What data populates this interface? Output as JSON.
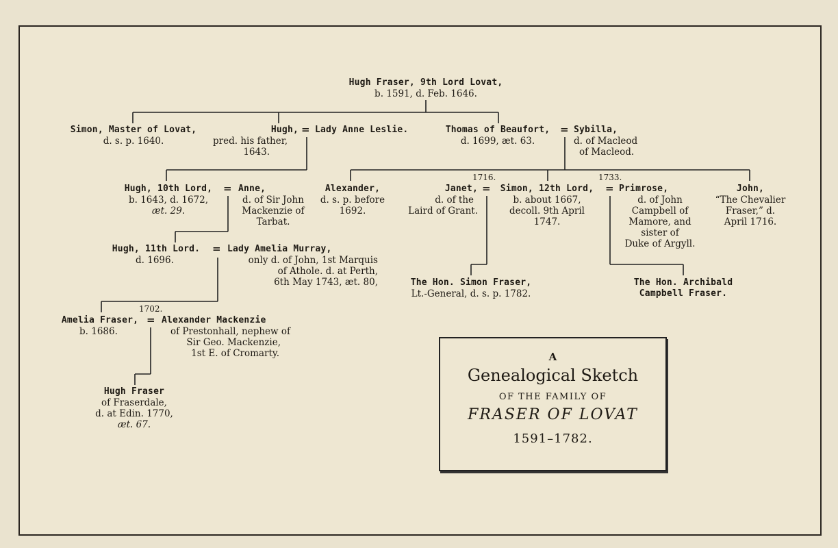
{
  "people": {
    "hugh9": {
      "name": "Hugh Fraser, 9th Lord Lovat,",
      "lines": [
        "b. 1591, d. Feb. 1646."
      ]
    },
    "simon_master": {
      "name": "Simon, Master of Lovat,",
      "lines": [
        "d. s. p. 1640."
      ]
    },
    "hugh_pred": {
      "name": "Hugh,",
      "lines": [
        "pred. his father,",
        "1643."
      ]
    },
    "anne_leslie": {
      "name": "Lady Anne Leslie.",
      "lines": []
    },
    "thomas": {
      "name": "Thomas of Beaufort,",
      "lines": [
        "d. 1699, æt. 63."
      ]
    },
    "sybilla": {
      "name": "Sybilla,",
      "lines": [
        "d. of Macleod",
        "of Macleod."
      ]
    },
    "hugh10": {
      "name": "Hugh, 10th Lord,",
      "lines": [
        "b. 1643, d. 1672,",
        "æt. 29."
      ]
    },
    "anne": {
      "name": "Anne,",
      "lines": [
        "d. of Sir John",
        "Mackenzie of",
        "Tarbat."
      ]
    },
    "alexander": {
      "name": "Alexander,",
      "lines": [
        "d. s. p. before",
        "1692."
      ]
    },
    "janet": {
      "name": "Janet,",
      "lines": [
        "d. of the",
        "Laird of Grant."
      ]
    },
    "simon12": {
      "name": "Simon, 12th Lord,",
      "lines": [
        "b. about 1667,",
        "decoll. 9th April",
        "1747."
      ]
    },
    "primrose": {
      "name": "Primrose,",
      "lines": [
        "d. of John",
        "Campbell of",
        "Mamore, and",
        "sister of",
        "Duke of Argyll."
      ]
    },
    "john": {
      "name": "John,",
      "lines": [
        "“The Chevalier",
        "Fraser,” d.",
        "April 1716."
      ]
    },
    "hugh11": {
      "name": "Hugh, 11th Lord.",
      "lines": [
        "d. 1696."
      ]
    },
    "amelia_murray": {
      "name": "Lady Amelia Murray,",
      "lines": [
        "only d. of John, 1st Marquis",
        "of Athole.   d. at Perth,",
        "6th May 1743, æt. 80,"
      ]
    },
    "simon_hon": {
      "name": "The Hon. Simon Fraser,",
      "lines": [
        "Lt.-General, d. s. p. 1782."
      ]
    },
    "archibald": {
      "name": "The Hon. Archibald",
      "lines": [
        "Campbell Fraser."
      ]
    },
    "amelia_fraser": {
      "name": "Amelia Fraser,",
      "lines": [
        "b. 1686."
      ]
    },
    "alex_mack": {
      "name": "Alexander Mackenzie",
      "lines": [
        "of Prestonhall, nephew of",
        "Sir Geo. Mackenzie,",
        "1st E. of Cromarty."
      ]
    },
    "hugh_fraserdale": {
      "name": "Hugh Fraser",
      "lines": [
        "of Fraserdale,",
        "d. at Edin. 1770,",
        "æt. 67."
      ]
    }
  },
  "marriage_years": {
    "janet_simon": "1716.",
    "simon_primrose": "1733.",
    "amelia_alex": "1702."
  },
  "title": {
    "a": "A",
    "heading": "Genealogical Sketch",
    "family_of": "OF THE FAMILY OF",
    "family": "FRASER OF LOVAT",
    "dates": "1591–1782."
  }
}
